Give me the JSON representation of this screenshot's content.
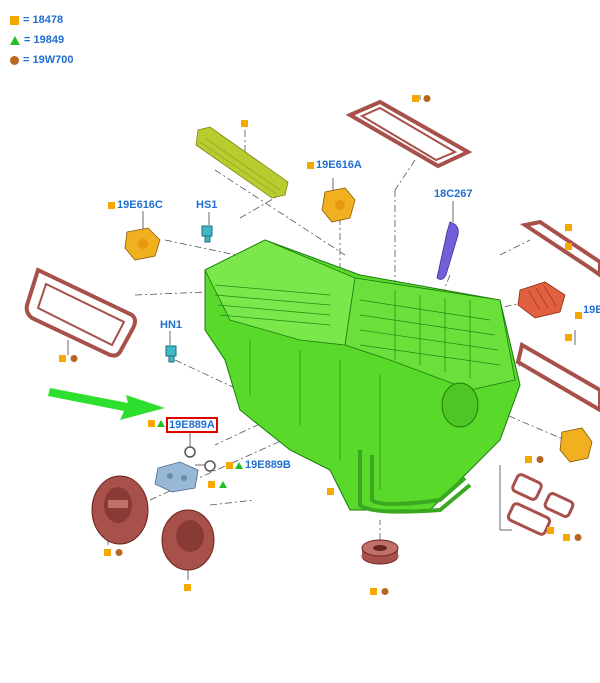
{
  "legend": [
    {
      "symbol": "square-icon",
      "color": "#f6a700",
      "text": "= 18478"
    },
    {
      "symbol": "triangle-icon",
      "color": "#22c022",
      "text": "= 19849"
    },
    {
      "symbol": "circle-icon",
      "color": "#b8651f",
      "text": "= 19W700"
    }
  ],
  "labels": {
    "p19e616a": "19E616A",
    "p18c267": "18C267",
    "p19e616c": "19E616C",
    "hs1": "HS1",
    "hn1": "HN1",
    "p19e889a": "19E889A",
    "p19e889b": "19E889B",
    "p19e_edge": "19E"
  },
  "colors": {
    "housing": "#59d92a",
    "seal": "#c0605a",
    "actuator": "#f0b020",
    "fitting": "#40b8c8",
    "resistor": "#e06040",
    "sensor": "#7060d8",
    "filter": "#b8cc30",
    "highlight": "#e00000",
    "arrow": "#2ee02e",
    "label": "#1f6fd0"
  }
}
